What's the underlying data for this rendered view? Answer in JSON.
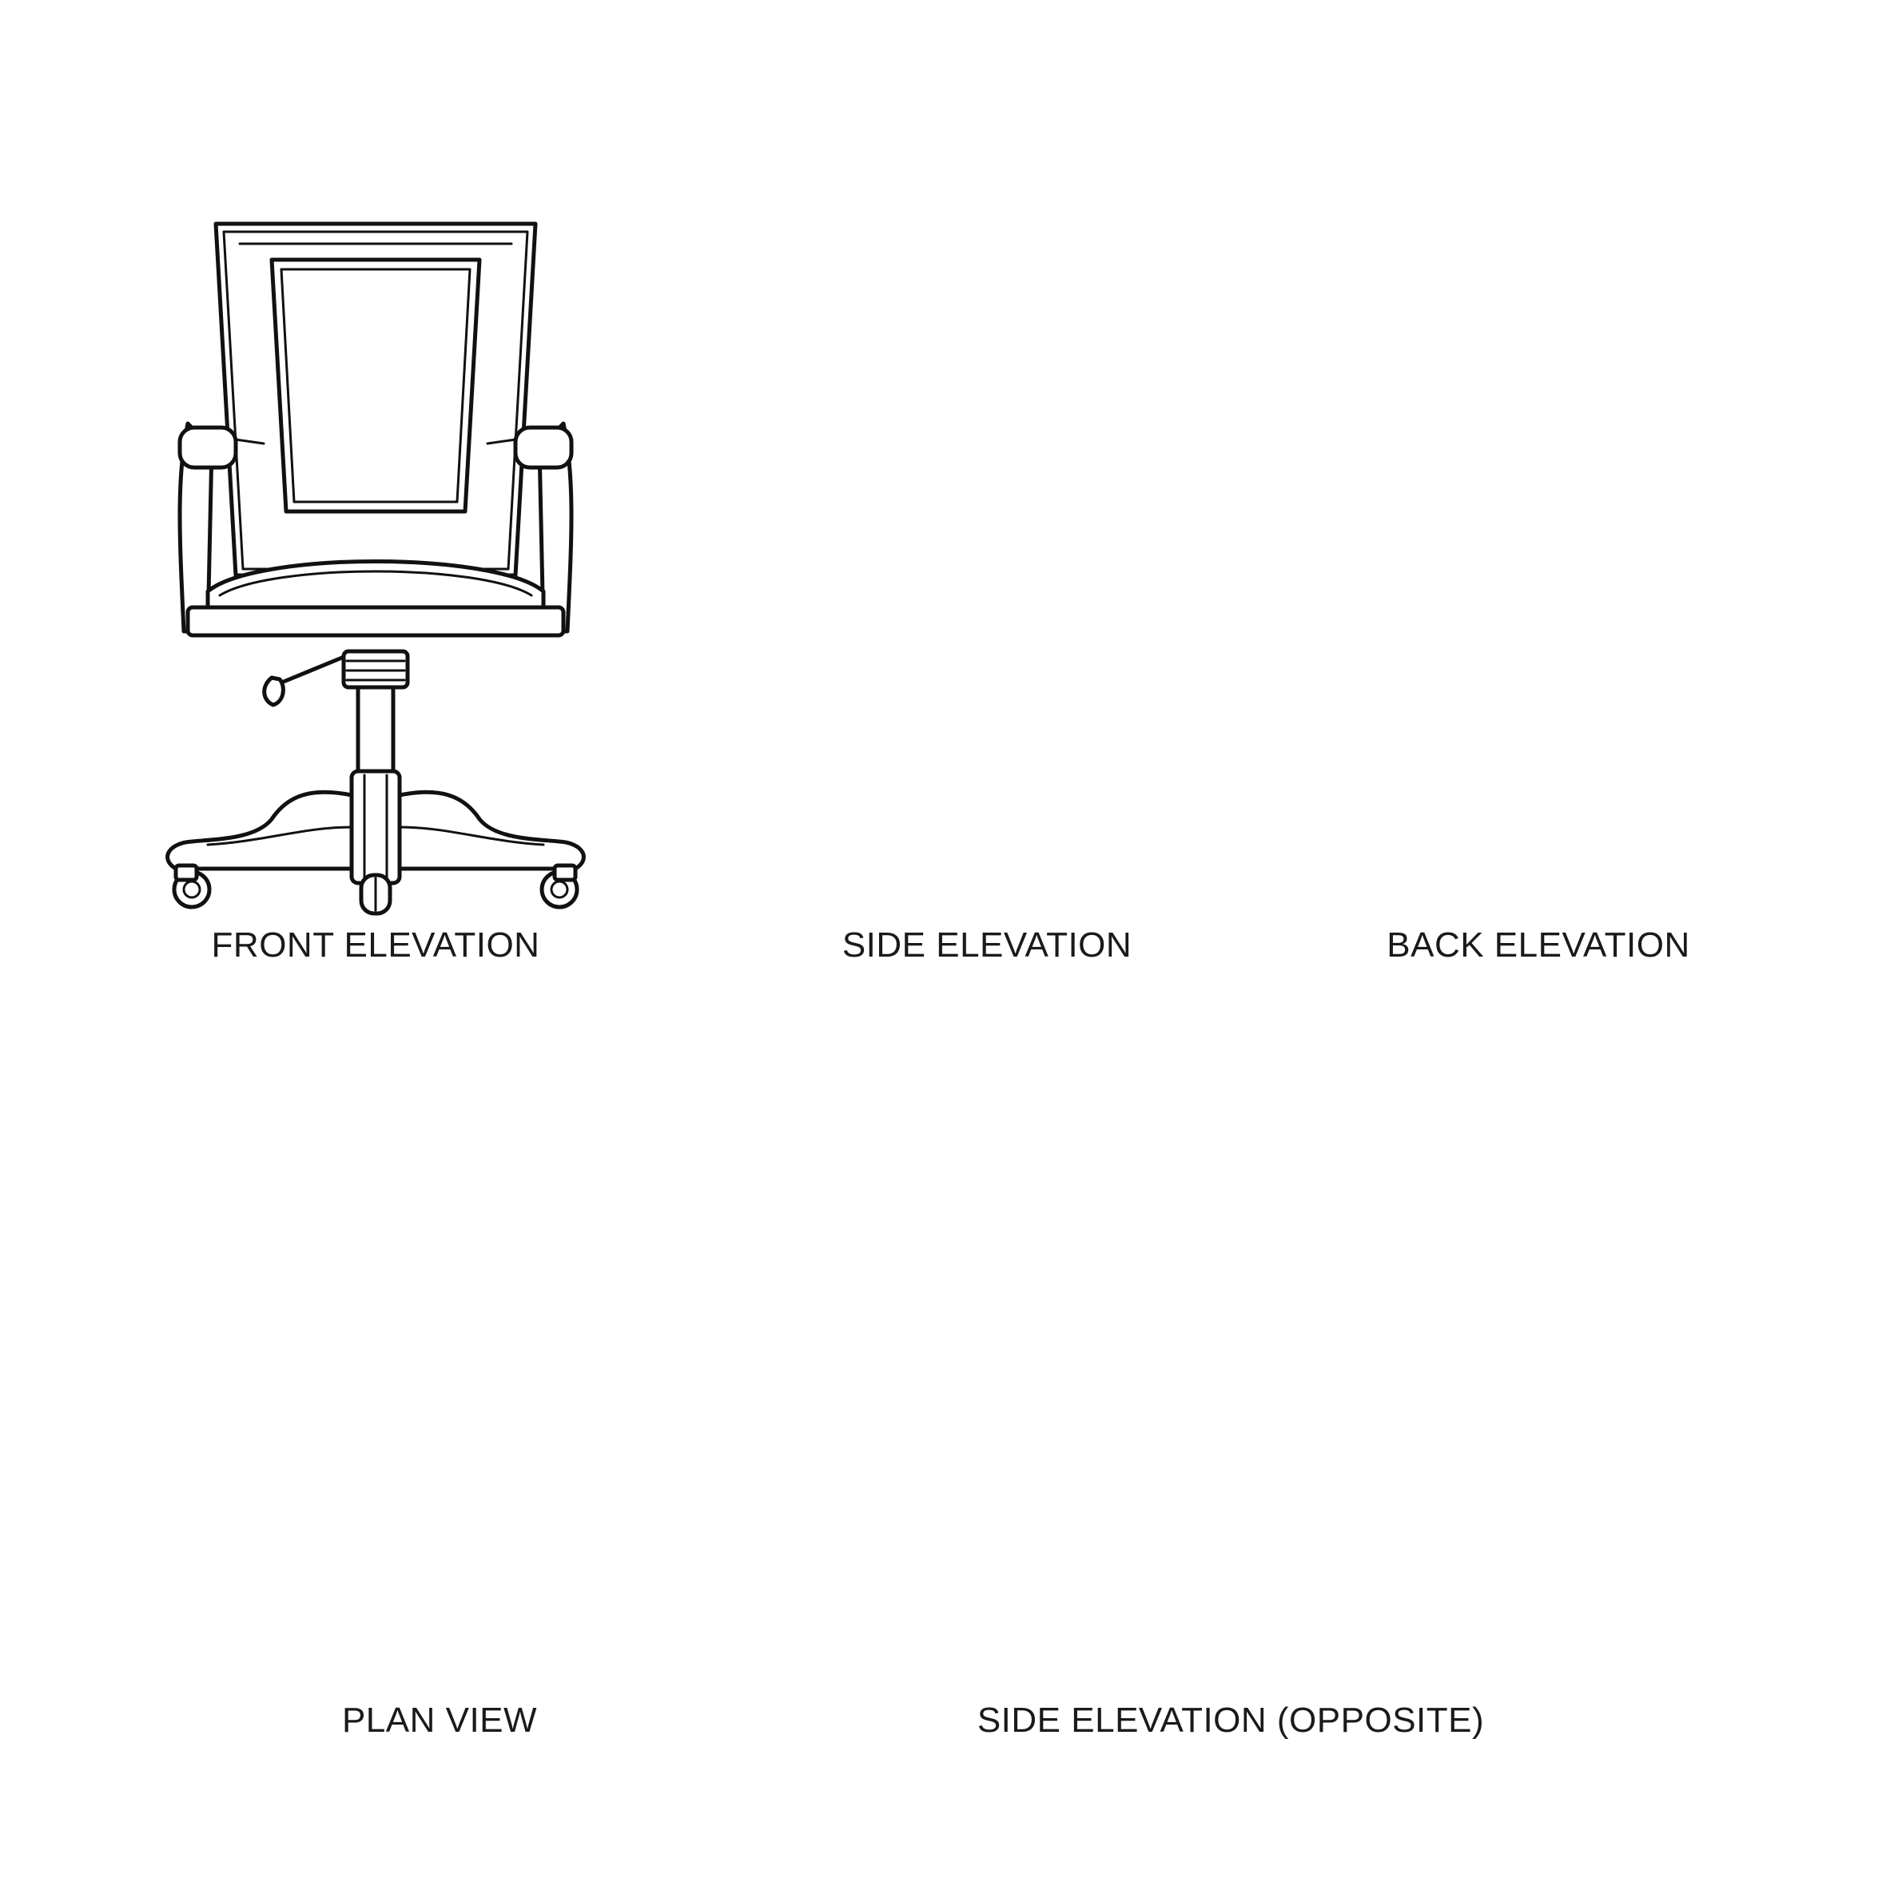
{
  "views": {
    "front": {
      "label": "FRONT ELEVATION"
    },
    "side": {
      "label": "SIDE ELEVATION"
    },
    "back": {
      "label": "BACK ELEVATION"
    },
    "plan": {
      "label": "PLAN VIEW"
    },
    "side_opposite": {
      "label": "SIDE ELEVATION (OPPOSITE)"
    }
  }
}
